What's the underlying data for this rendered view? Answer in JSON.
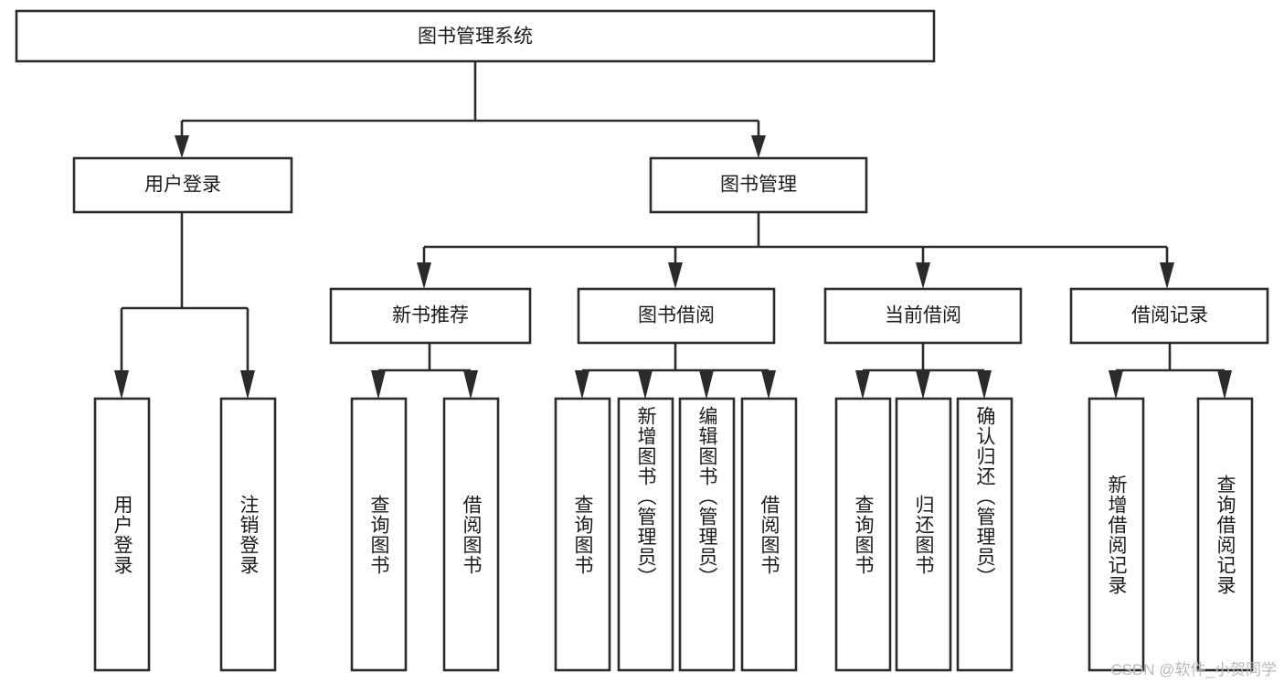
{
  "diagram": {
    "title": "图书管理系统",
    "type": "tree",
    "root": {
      "id": "root",
      "label": "图书管理系统",
      "orientation": "horizontal"
    },
    "level1": [
      {
        "id": "user-login",
        "label": "用户登录",
        "orientation": "horizontal"
      },
      {
        "id": "book-manage",
        "label": "图书管理",
        "orientation": "horizontal"
      }
    ],
    "level2": [
      {
        "id": "new-book-recommend",
        "label": "新书推荐",
        "parent": "book-manage",
        "orientation": "horizontal"
      },
      {
        "id": "book-borrow",
        "label": "图书借阅",
        "parent": "book-manage",
        "orientation": "horizontal"
      },
      {
        "id": "current-borrow",
        "label": "当前借阅",
        "parent": "book-manage",
        "orientation": "horizontal"
      },
      {
        "id": "borrow-record",
        "label": "借阅记录",
        "parent": "book-manage",
        "orientation": "horizontal"
      }
    ],
    "leaves": [
      {
        "id": "leaf-user-login",
        "label": "用户登录",
        "parent": "user-login",
        "orientation": "vertical"
      },
      {
        "id": "leaf-user-logout",
        "label": "注销登录",
        "parent": "user-login",
        "orientation": "vertical"
      },
      {
        "id": "leaf-query-book-1",
        "label": "查询图书",
        "parent": "new-book-recommend",
        "orientation": "vertical"
      },
      {
        "id": "leaf-borrow-book-1",
        "label": "借阅图书",
        "parent": "new-book-recommend",
        "orientation": "vertical"
      },
      {
        "id": "leaf-query-book-2",
        "label": "查询图书",
        "parent": "book-borrow",
        "orientation": "vertical"
      },
      {
        "id": "leaf-add-book",
        "label": "新增图书（管理员）",
        "parent": "book-borrow",
        "orientation": "vertical"
      },
      {
        "id": "leaf-edit-book",
        "label": "编辑图书（管理员）",
        "parent": "book-borrow",
        "orientation": "vertical"
      },
      {
        "id": "leaf-borrow-book-2",
        "label": "借阅图书",
        "parent": "book-borrow",
        "orientation": "vertical"
      },
      {
        "id": "leaf-query-book-3",
        "label": "查询图书",
        "parent": "current-borrow",
        "orientation": "vertical"
      },
      {
        "id": "leaf-return-book",
        "label": "归还图书",
        "parent": "current-borrow",
        "orientation": "vertical"
      },
      {
        "id": "leaf-confirm-return",
        "label": "确认归还（管理员）",
        "parent": "current-borrow",
        "orientation": "vertical"
      },
      {
        "id": "leaf-add-record",
        "label": "新增借阅记录",
        "parent": "borrow-record",
        "orientation": "vertical"
      },
      {
        "id": "leaf-query-record",
        "label": "查询借阅记录",
        "parent": "borrow-record",
        "orientation": "vertical"
      }
    ]
  },
  "watermark": {
    "text": "CSDN @软件_小贺同学"
  },
  "colors": {
    "stroke": "#2b2b2b",
    "fill": "#ffffff",
    "text": "#1b1b1b",
    "watermark": "#b9b9b9"
  }
}
